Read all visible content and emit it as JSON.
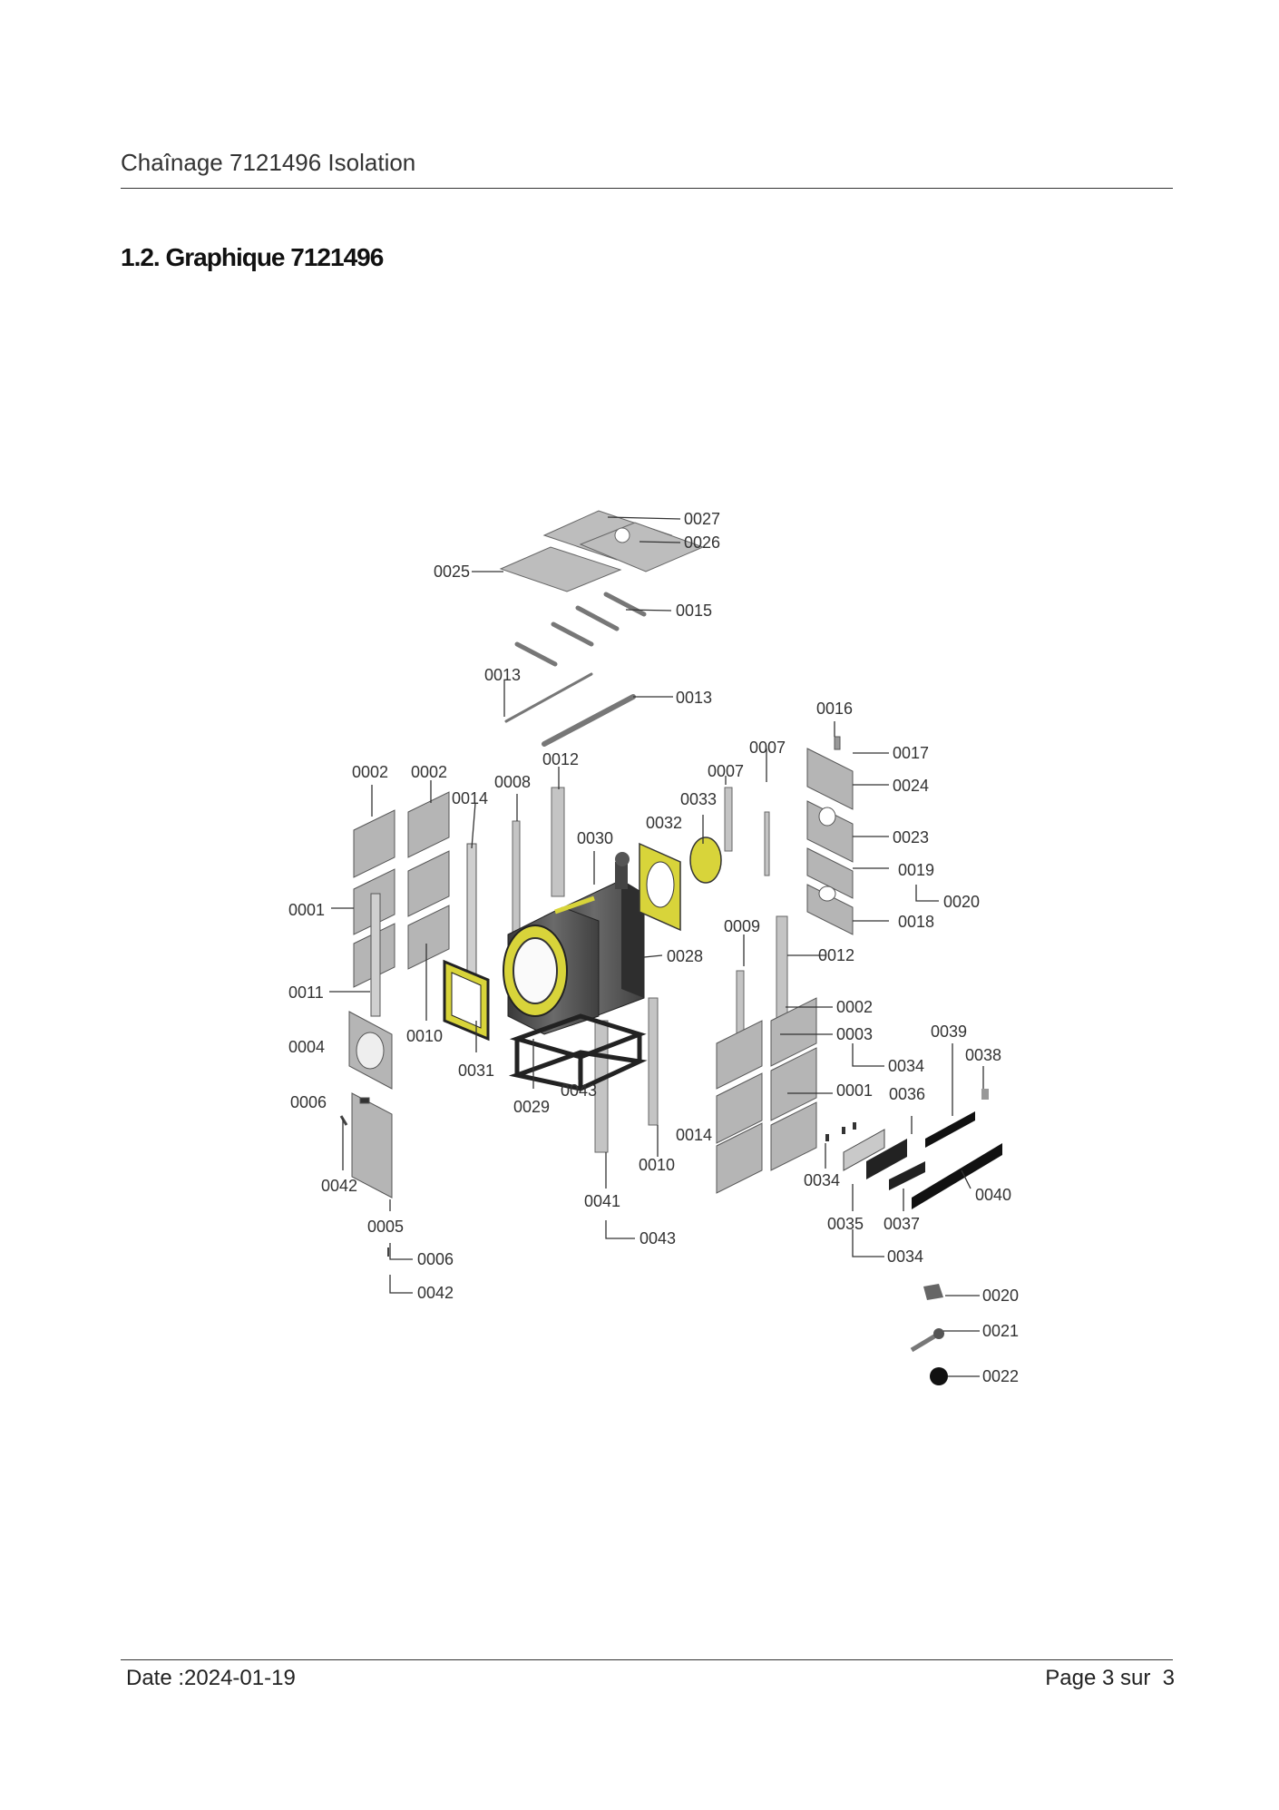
{
  "header": {
    "title": "Chaînage 7121496 Isolation"
  },
  "section": {
    "title": "1.2. Graphique 7121496"
  },
  "callouts": {
    "c0027": "0027",
    "c0026": "0026",
    "c0025": "0025",
    "c0015": "0015",
    "c0013a": "0013",
    "c0013b": "0013",
    "c0016": "0016",
    "c0017": "0017",
    "c0024": "0024",
    "c0023": "0023",
    "c0019": "0019",
    "c0020a": "0020",
    "c0018": "0018",
    "c0007a": "0007",
    "c0007b": "0007",
    "c0012a": "0012",
    "c0012b": "0012",
    "c0033": "0033",
    "c0032": "0032",
    "c0030": "0030",
    "c0008": "0008",
    "c0014a": "0014",
    "c0014b": "0014",
    "c0002a": "0002",
    "c0002b": "0002",
    "c0002c": "0002",
    "c0001a": "0001",
    "c0001b": "0001",
    "c0011": "0011",
    "c0010a": "0010",
    "c0010b": "0010",
    "c0031": "0031",
    "c0029": "0029",
    "c0043a": "0043",
    "c0043b": "0043",
    "c0028": "0028",
    "c0009": "0009",
    "c0003": "0003",
    "c0034a": "0034",
    "c0034b": "0034",
    "c0034c": "0034",
    "c0039": "0039",
    "c0038": "0038",
    "c0036": "0036",
    "c0037": "0037",
    "c0035": "0035",
    "c0040": "0040",
    "c0041": "0041",
    "c0004": "0004",
    "c0006a": "0006",
    "c0006b": "0006",
    "c0042a": "0042",
    "c0042b": "0042",
    "c0005": "0005",
    "c0020b": "0020",
    "c0021": "0021",
    "c0022": "0022"
  },
  "colors": {
    "panel": "#b5b5b5",
    "yellow": "#d8d43a",
    "steel": "#4a4a4a",
    "frame": "#222222"
  },
  "footer": {
    "date": "Date :2024-01-19",
    "page": "Page 3 sur  3"
  }
}
